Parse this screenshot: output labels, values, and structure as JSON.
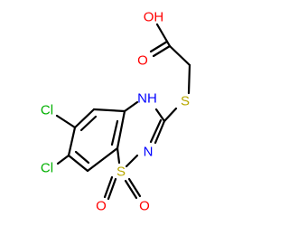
{
  "molecule": {
    "atoms": {
      "oh": {
        "text": "OH",
        "color": "#FF0000"
      },
      "o_carbonyl": {
        "text": "O",
        "color": "#FF0000"
      },
      "s_thioether": {
        "text": "S",
        "color": "#B8A800"
      },
      "nh": {
        "text": "NH",
        "color": "#0000FF"
      },
      "n_ring": {
        "text": "N",
        "color": "#0000FF"
      },
      "s_sulfonyl": {
        "text": "S",
        "color": "#B8A800"
      },
      "o_sulfonyl_left": {
        "text": "O",
        "color": "#FF0000"
      },
      "o_sulfonyl_right": {
        "text": "O",
        "color": "#FF0000"
      },
      "cl_top": {
        "text": "Cl",
        "color": "#00B000"
      },
      "cl_bottom": {
        "text": "Cl",
        "color": "#00B000"
      }
    },
    "bond_color": "#000000"
  }
}
